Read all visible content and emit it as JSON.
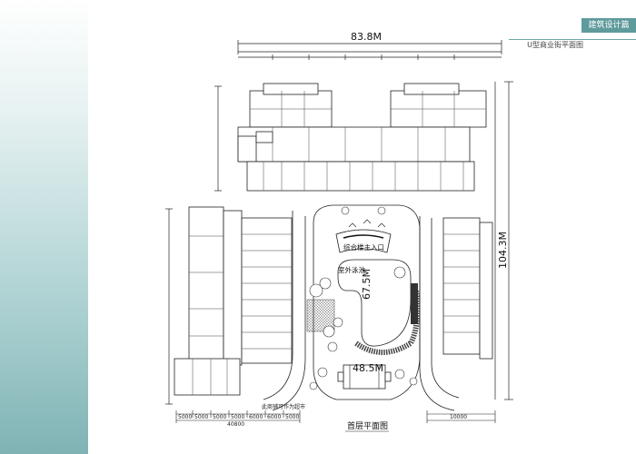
{
  "header": {
    "section": "建筑设计篇",
    "subtitle": "U型商业街平面图"
  },
  "plan": {
    "title": "首层平面图",
    "dim_width": "83.8M",
    "dim_depth": "104.3M",
    "dim_pool_len": "67.5M",
    "dim_gate": "48.5M",
    "labels": {
      "main_entrance": "综合楼主入口",
      "pool": "室外泳池",
      "supermarket_note": "此商铺可作为超市"
    },
    "bottom_dims": [
      "5000",
      "5000",
      "5000",
      "5000",
      "6000",
      "6000",
      "5000"
    ],
    "bottom_total": "40800",
    "bottom_right": "10000"
  },
  "colors": {
    "accent": "#5f9a9c",
    "line": "#222222"
  }
}
